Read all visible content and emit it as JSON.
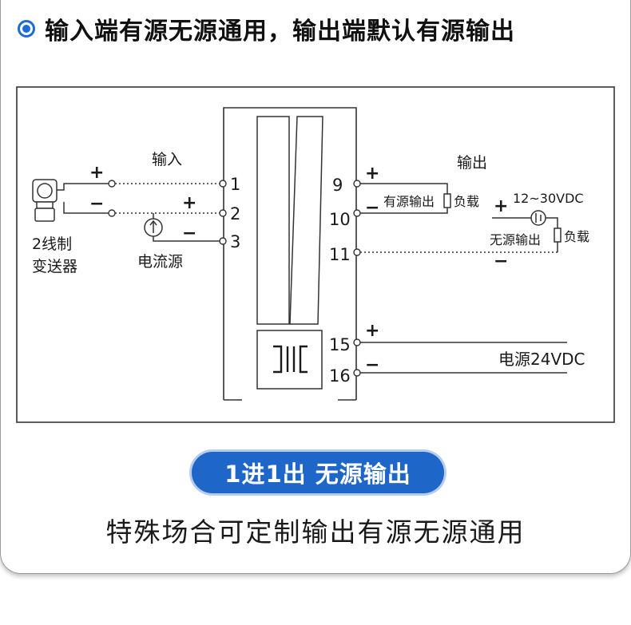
{
  "header": {
    "text": "输入端有源无源通用，输出端默认有源输出"
  },
  "diagram": {
    "input_label": "输入",
    "output_label": "输出",
    "plus": "+",
    "minus": "−",
    "terminals": {
      "t1": "1",
      "t2": "2",
      "t3": "3",
      "t9": "9",
      "t10": "10",
      "t11": "11",
      "t15": "15",
      "t16": "16"
    },
    "transmitter_line1": "2线制",
    "transmitter_line2": "变送器",
    "current_source": "电流源",
    "active_output": "有源输出",
    "passive_output": "无源输出",
    "load": "负载",
    "voltage": "12~30VDC",
    "power": "电源24VDC"
  },
  "badge": {
    "text": "1进1出 无源输出"
  },
  "footer": {
    "text": "特殊场合可定制输出有源无源通用"
  }
}
